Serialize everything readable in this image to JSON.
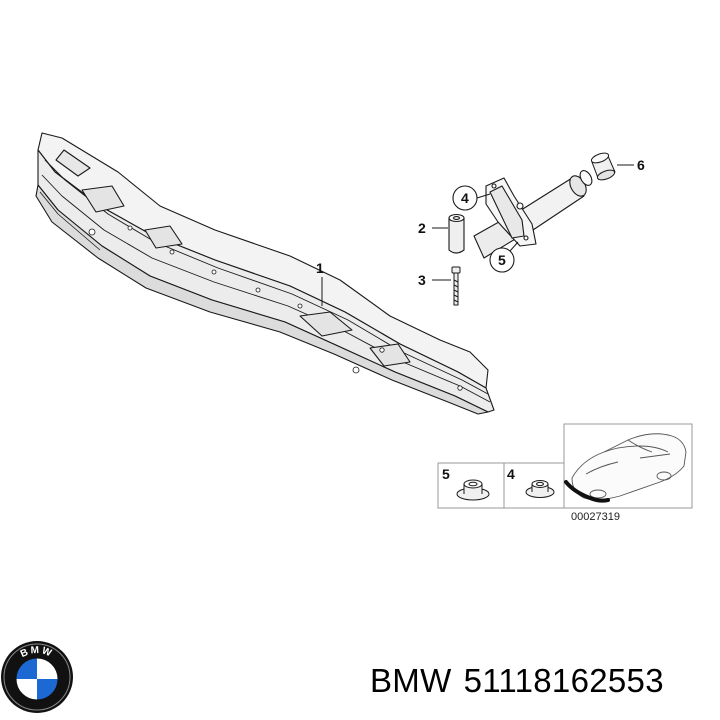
{
  "callouts": {
    "c1": "1",
    "c2": "2",
    "c3": "3",
    "c4": "4",
    "c5": "5",
    "c6": "6",
    "inset_5": "5",
    "inset_4": "4"
  },
  "reference_number": "00027319",
  "brand_logo_text": "BMW",
  "caption": {
    "brand": "BMW",
    "part_number": "51118162553"
  },
  "colors": {
    "line": "#1a1a1a",
    "part_fill": "#f2f2f2",
    "shade": "#d9d9d9",
    "logo_blue": "#1c69d4",
    "logo_ring": "#111111"
  }
}
